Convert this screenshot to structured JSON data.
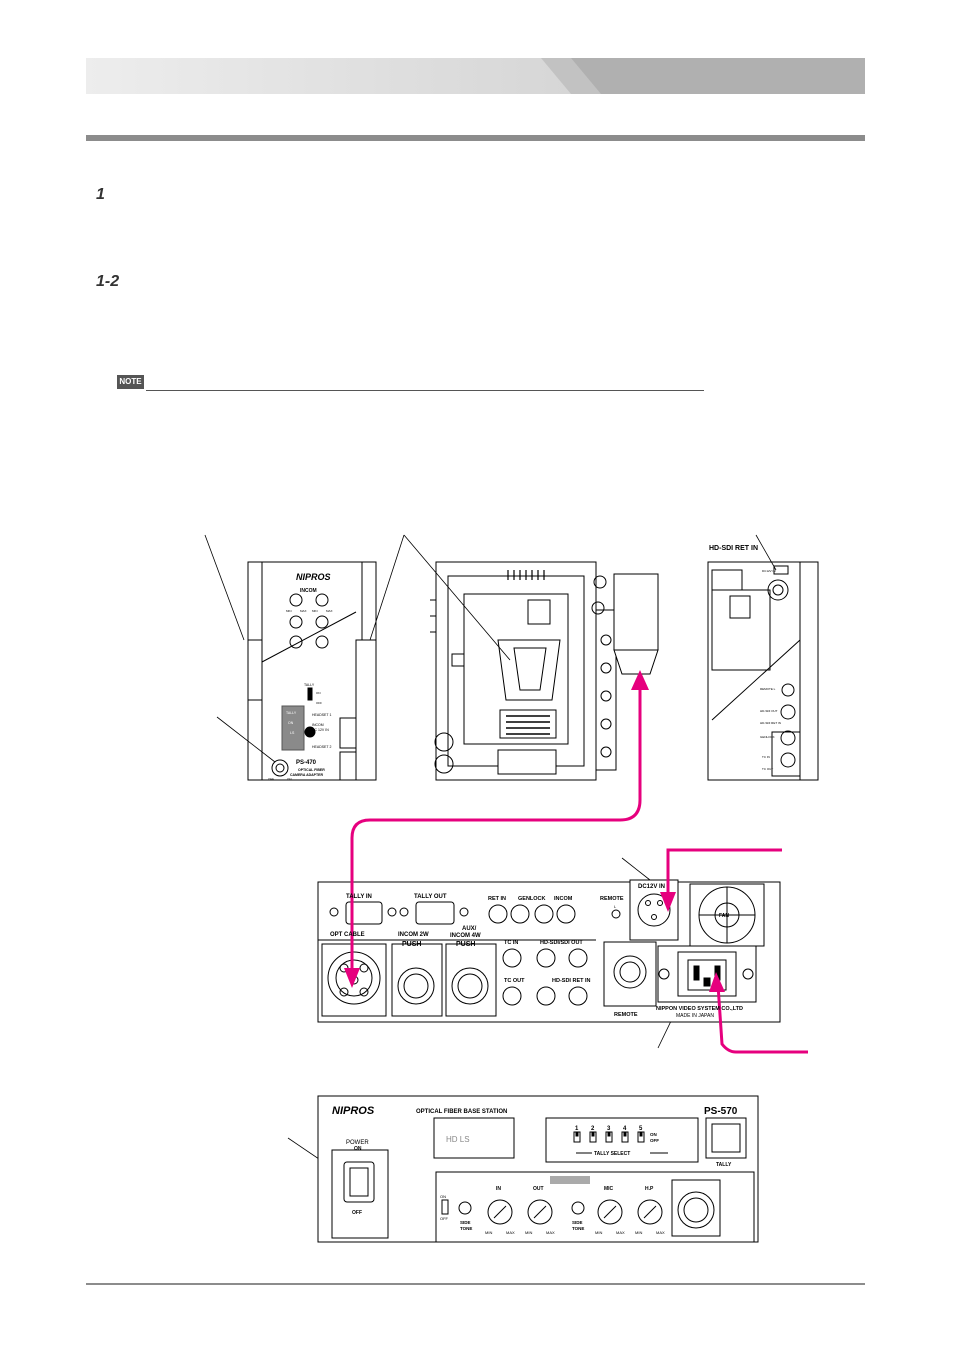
{
  "sections": {
    "section_1": "1",
    "section_1_2": "1-2"
  },
  "note_badge": "NOTE",
  "camera_adapter": {
    "brand": "NIPROS",
    "incom_label": "INCOM",
    "knob_labels": [
      "MIN",
      "MAX",
      "MIN",
      "MAX"
    ],
    "headset_labels": [
      "HEADSET 1",
      "HEADSET 2"
    ],
    "tally_switch": [
      "TALLY",
      "ON",
      "OFF"
    ],
    "mode_labels": [
      "TALLY",
      "ON",
      "LS"
    ],
    "input_labels": [
      "INCOM",
      "DC 12V IN"
    ],
    "model": "PS-470",
    "subtitle_1": "OPTICAL FIBER",
    "subtitle_2": "CAMERA ADAPTER",
    "power_labels": [
      "OFF",
      "ON"
    ],
    "ret_in_label": "HD-SDI RET IN",
    "right_side_labels": [
      "DC12V IN",
      "REMOTE L",
      "HD-SDI OUT",
      "HD-SDI RET IN",
      "GENLOCK",
      "TC IN",
      "TC OUT"
    ]
  },
  "base_station_rear": {
    "connectors_top": [
      "TALLY IN",
      "TALLY OUT",
      "RET IN",
      "GENLOCK",
      "INCOM",
      "REMOTE",
      "DC12V IN"
    ],
    "remote_led": "L",
    "fan": "FAN",
    "connectors_mid": [
      "OPT CABLE",
      "INCOM 2W",
      "AUX/",
      "INCOM 4W",
      "TC IN",
      "HD-SDI/SDI OUT"
    ],
    "push_labels": [
      "PUSH",
      "PUSH"
    ],
    "connectors_low": [
      "TC OUT",
      "HD-SDI RET IN",
      "REMOTE"
    ],
    "maker": "NIPPON VIDEO SYSTEM CO.,LTD",
    "made_in": "MADE IN JAPAN"
  },
  "base_station_front": {
    "brand": "NIPROS",
    "title": "OPTICAL FIBER BASE STATION",
    "model": "PS-570",
    "display": "HD LS",
    "power": [
      "POWER",
      "ON",
      "OFF"
    ],
    "tally_numbers": [
      "1",
      "2",
      "3",
      "4",
      "5"
    ],
    "tally_switch": [
      "ON",
      "OFF"
    ],
    "tally_select": "TALLY SELECT",
    "tally_button": "TALLY",
    "on_off": [
      "ON",
      "OFF"
    ],
    "knobs": [
      "IN",
      "OUT",
      "MIC",
      "H.P"
    ],
    "side_tone": [
      "SIDE",
      "TONE"
    ],
    "minmax": [
      "MIN",
      "MAX"
    ]
  }
}
